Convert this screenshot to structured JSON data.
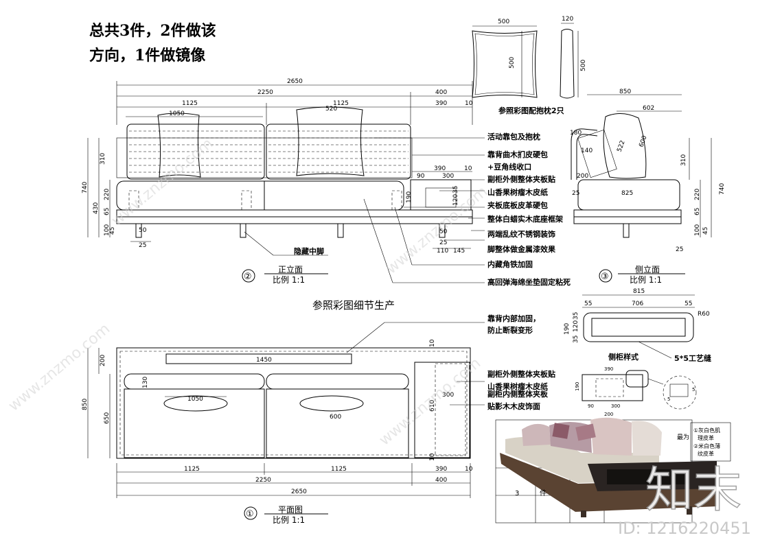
{
  "heading": {
    "line1": "总共3件，2件做该",
    "line2": "方向，1件做镜像"
  },
  "pillow": {
    "w": "500",
    "h": "500",
    "side_w": "120",
    "side_h": "500",
    "caption": "参照彩图配抱枕2只"
  },
  "front": {
    "dims_top": [
      "2650",
      "2250",
      "400",
      "1125",
      "1125",
      "390",
      "10",
      "1050",
      "520"
    ],
    "dims_left": [
      "740",
      "310",
      "430",
      "220",
      "65",
      "100",
      "45"
    ],
    "dims_misc": [
      "390",
      "10",
      "90",
      "300",
      "35",
      "120",
      "190",
      "50",
      "25",
      "25",
      "110",
      "145",
      "50"
    ],
    "hidden_leg": "隐藏中脚",
    "title": "正立面",
    "num": "②",
    "scale": "比例 1:1"
  },
  "annotations": [
    "活动靠包及抱枕",
    "靠背曲木扪皮硬包",
    "+豆角线收口",
    "副柜外侧整体夹板贴",
    "山香果树瘤木皮纸",
    "夹板底板皮革硬包",
    "整体白蜡实木底座框架",
    "两端乱纹不锈钢装饰",
    "脚整体做金属漆效果",
    "内藏角铁加固",
    "高回弹海绵坐垫固定粘死"
  ],
  "side": {
    "dims": [
      "850",
      "602",
      "180",
      "140",
      "310",
      "200",
      "825",
      "25",
      "740",
      "220",
      "65",
      "100",
      "45",
      "25",
      "522",
      "600"
    ],
    "title": "侧立面",
    "num": "③",
    "scale": "比例 1:1"
  },
  "detail_note": "参照彩图细节生产",
  "plan": {
    "dims": [
      "200",
      "1450",
      "850",
      "650",
      "130",
      "1050",
      "600",
      "300",
      "610",
      "10",
      "10",
      "1125",
      "1125",
      "390",
      "10",
      "2250",
      "400",
      "2650"
    ],
    "notes": [
      "靠背内部加固，",
      "防止断裂变形",
      "副柜外侧整体夹板贴",
      "山香果树瘤木皮纸",
      "副柜内侧整体夹板",
      "贴影木木皮饰面"
    ],
    "title": "平面图",
    "num": "①",
    "scale": "比例 1:1"
  },
  "side_cab": {
    "dims": [
      "815",
      "55",
      "706",
      "55",
      "35",
      "120",
      "35",
      "190",
      "R60"
    ],
    "label": "侧柜样式",
    "craft": "5*5工艺缝",
    "small_dims": [
      "390",
      "90",
      "300",
      "200",
      "190",
      "5",
      "5"
    ]
  },
  "legend": {
    "l1": "①灰白色肌",
    "l2": "理皮革",
    "l3": "②米白色薄",
    "l4": "纹皮革"
  },
  "table": {
    "c1": "3",
    "c2": "件",
    "side": "最为"
  },
  "watermark": {
    "logo": "知末",
    "id": "ID: 1216220451",
    "text": "www.znzmo.com"
  }
}
